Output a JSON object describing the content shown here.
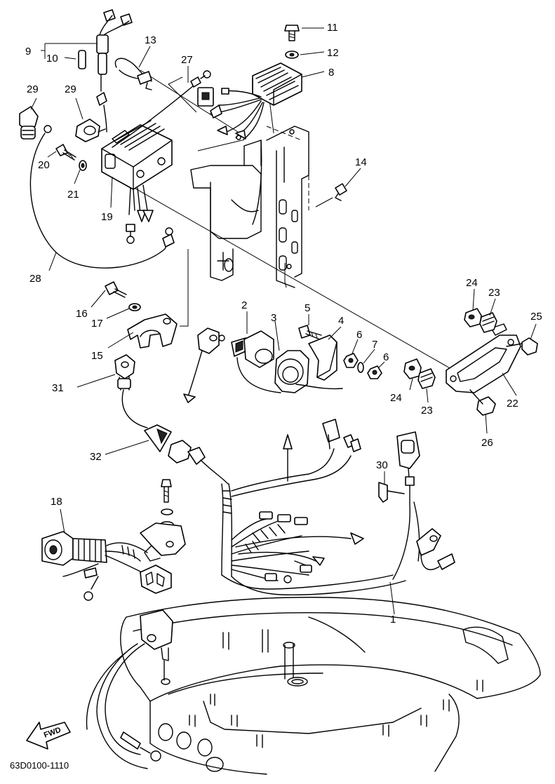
{
  "callouts": [
    {
      "id": "c1",
      "label": "1"
    },
    {
      "id": "c2",
      "label": "2"
    },
    {
      "id": "c3",
      "label": "3"
    },
    {
      "id": "c4",
      "label": "4"
    },
    {
      "id": "c5",
      "label": "5"
    },
    {
      "id": "c6a",
      "label": "6"
    },
    {
      "id": "c6b",
      "label": "6"
    },
    {
      "id": "c7",
      "label": "7"
    },
    {
      "id": "c8",
      "label": "8"
    },
    {
      "id": "c9",
      "label": "9"
    },
    {
      "id": "c10",
      "label": "10"
    },
    {
      "id": "c11",
      "label": "11"
    },
    {
      "id": "c12",
      "label": "12"
    },
    {
      "id": "c13",
      "label": "13"
    },
    {
      "id": "c14",
      "label": "14"
    },
    {
      "id": "c15",
      "label": "15"
    },
    {
      "id": "c16",
      "label": "16"
    },
    {
      "id": "c17",
      "label": "17"
    },
    {
      "id": "c18",
      "label": "18"
    },
    {
      "id": "c19",
      "label": "19"
    },
    {
      "id": "c20",
      "label": "20"
    },
    {
      "id": "c21",
      "label": "21"
    },
    {
      "id": "c22",
      "label": "22"
    },
    {
      "id": "c23a",
      "label": "23"
    },
    {
      "id": "c23b",
      "label": "23"
    },
    {
      "id": "c24a",
      "label": "24"
    },
    {
      "id": "c24b",
      "label": "24"
    },
    {
      "id": "c25",
      "label": "25"
    },
    {
      "id": "c26",
      "label": "26"
    },
    {
      "id": "c27",
      "label": "27"
    },
    {
      "id": "c28",
      "label": "28"
    },
    {
      "id": "c29a",
      "label": "29"
    },
    {
      "id": "c29b",
      "label": "29"
    },
    {
      "id": "c30",
      "label": "30"
    },
    {
      "id": "c31",
      "label": "31"
    },
    {
      "id": "c32",
      "label": "32"
    }
  ],
  "fwd_label": "FWD",
  "diagram_code": "63D0100-1110"
}
